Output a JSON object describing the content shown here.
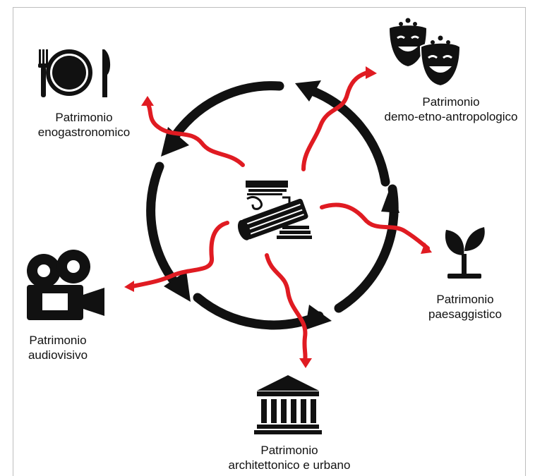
{
  "labels": {
    "enogastronomico": {
      "line1": "Patrimonio",
      "line2": "enogastronomico"
    },
    "demo": {
      "line1": "Patrimonio",
      "line2": "demo-etno-antropologico"
    },
    "paesaggistico": {
      "line1": "Patrimonio",
      "line2": "paesaggistico"
    },
    "architettonico": {
      "line1": "Patrimonio",
      "line2": "architettonico e urbano"
    },
    "audiovisivo": {
      "line1": "Patrimonio",
      "line2": "audiovisivo"
    }
  },
  "colors": {
    "cycle": "#111111",
    "arrows": "#e01b22",
    "icons": "#111111",
    "frame": "#bdbdbd"
  },
  "icons": [
    "cutlery-plate-icon",
    "theater-masks-icon",
    "plant-sprout-icon",
    "classical-temple-icon",
    "movie-camera-icon",
    "ancient-column-icon"
  ]
}
